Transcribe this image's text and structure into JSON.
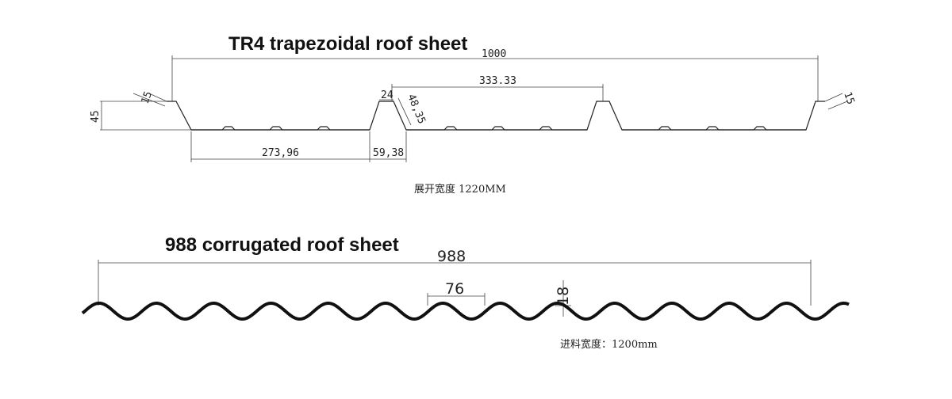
{
  "tr4": {
    "title": "TR4 trapezoidal roof sheet",
    "dim_total": "1000",
    "dim_pitch": "333.33",
    "dim_top": "24",
    "dim_slope": "48,35",
    "dim_edge_left": "15",
    "dim_edge_right": "15",
    "dim_height": "45",
    "dim_valley": "273,96",
    "dim_rib_base": "59,38",
    "note": "展开宽度 1220MM"
  },
  "corrugated": {
    "title": "988 corrugated roof sheet",
    "dim_total": "988",
    "dim_pitch": "76",
    "dim_height": "18",
    "note": "进料宽度：1200mm"
  }
}
